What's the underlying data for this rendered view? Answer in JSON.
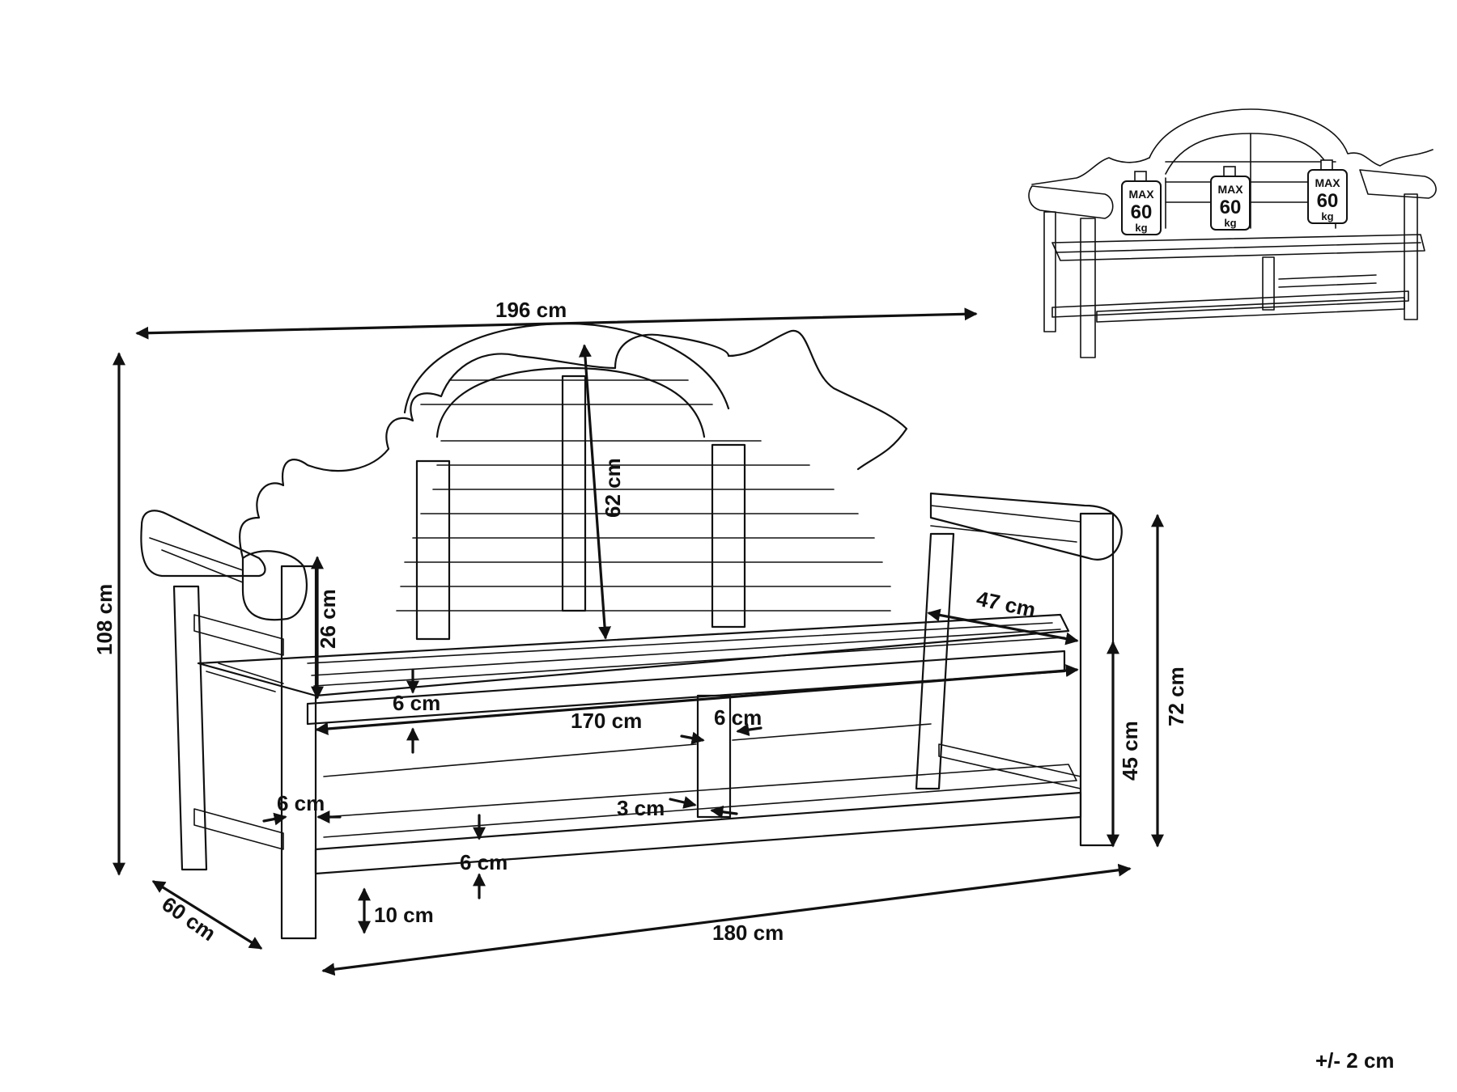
{
  "dimensions": {
    "total_width": "196 cm",
    "total_height": "108 cm",
    "depth": "60 cm",
    "backrest_height": "62 cm",
    "backrest_lower": "26 cm",
    "seat_depth": "47 cm",
    "armrest_height": "72 cm",
    "seat_height": "45 cm",
    "inner_seat_width": "170 cm",
    "base_length": "180 cm",
    "seat_thickness": "6 cm",
    "center_post": "6 cm",
    "leg_width": "6 cm",
    "stretcher_gap": "3 cm",
    "stretcher_thickness": "6 cm",
    "ground_clearance": "10 cm"
  },
  "tolerance": "+/- 2 cm",
  "weight_limits": [
    {
      "max": "MAX",
      "value": "60",
      "unit": "kg"
    },
    {
      "max": "MAX",
      "value": "60",
      "unit": "kg"
    },
    {
      "max": "MAX",
      "value": "60",
      "unit": "kg"
    }
  ]
}
